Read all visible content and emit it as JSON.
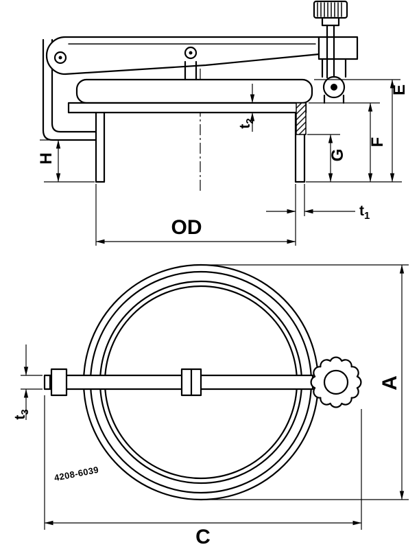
{
  "drawing": {
    "part_number": "4208-6039",
    "colors": {
      "line": "#000000",
      "background": "#ffffff"
    },
    "side_view": {
      "dim_E": "E",
      "dim_F": "F",
      "dim_G": "G",
      "dim_H": "H",
      "dim_OD": "OD",
      "dim_t1": {
        "base": "t",
        "sub": "1"
      },
      "dim_t2": {
        "base": "t",
        "sub": "2"
      }
    },
    "plan_view": {
      "dim_A": "A",
      "dim_C": "C",
      "dim_t3": {
        "base": "t",
        "sub": "3"
      }
    }
  }
}
